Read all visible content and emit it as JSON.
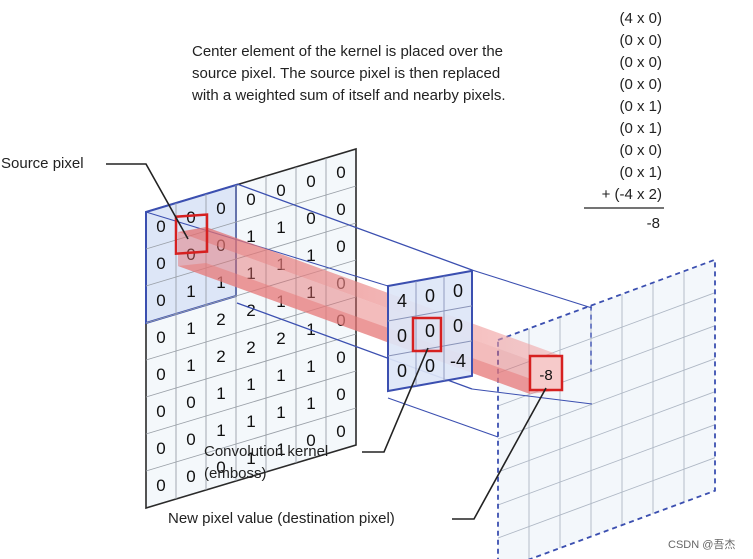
{
  "caption": [
    "Center element of the kernel is placed over the",
    "source pixel. The source pixel is then replaced",
    "with a weighted sum of itself and nearby pixels."
  ],
  "equation": {
    "terms": [
      "(4 x 0)",
      "(0 x 0)",
      "(0 x 0)",
      "(0 x 0)",
      "(0 x 1)",
      "(0 x 1)",
      "(0 x 0)",
      "(0 x 1)",
      "+ (-4 x 2)"
    ],
    "result": "-8"
  },
  "labels": {
    "source_pixel": "Source pixel",
    "kernel_line1": "Convolution kernel",
    "kernel_line2": "(emboss)",
    "destination": "New pixel value (destination pixel)"
  },
  "source_grid": [
    [
      "0",
      "0",
      "0",
      "0",
      "0",
      "0",
      "0"
    ],
    [
      "0",
      "0",
      "0",
      "1",
      "1",
      "0",
      "0"
    ],
    [
      "0",
      "1",
      "1",
      "1",
      "1",
      "1",
      "0"
    ],
    [
      "0",
      "1",
      "2",
      "2",
      "1",
      "1",
      "0"
    ],
    [
      "0",
      "1",
      "2",
      "2",
      "2",
      "1",
      "0"
    ],
    [
      "0",
      "0",
      "1",
      "1",
      "1",
      "1",
      "0"
    ],
    [
      "0",
      "0",
      "1",
      "1",
      "1",
      "1",
      "0"
    ],
    [
      "0",
      "0",
      "0",
      "1",
      "1",
      "0",
      "0"
    ]
  ],
  "kernel": [
    [
      "4",
      "0",
      "0"
    ],
    [
      "0",
      "0",
      "0"
    ],
    [
      "0",
      "0",
      "-4"
    ]
  ],
  "destination_value": "-8",
  "watermark": "CSDN @吾杰"
}
